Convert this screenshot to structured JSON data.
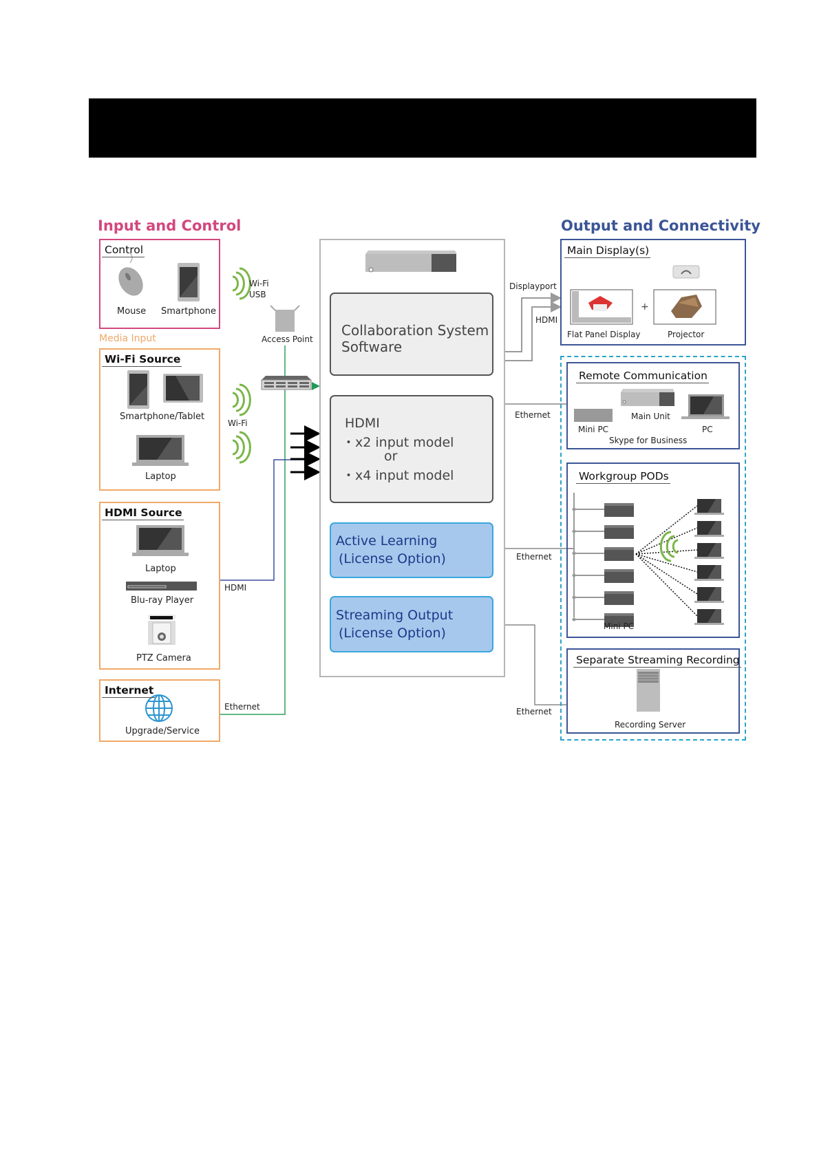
{
  "header": {
    "bar": "black-title-bar"
  },
  "input_and_control": {
    "title": "Input and Control",
    "title_color": "#d2477e",
    "control": {
      "title": "Control",
      "items": [
        {
          "label": "Mouse",
          "icon": "mouse-icon"
        },
        {
          "label": "Smartphone",
          "icon": "smartphone-icon"
        }
      ]
    },
    "control_link": {
      "line1": "Wi-Fi",
      "line2": "USB"
    },
    "access_point": {
      "label": "Access Point"
    },
    "media_input": {
      "title": "Media Input",
      "title_color": "#f0a868",
      "wifi_source": {
        "title": "Wi-Fi Source",
        "items": [
          {
            "label": "Smartphone/Tablet",
            "icon": "tablet-icon"
          },
          {
            "label": "Laptop",
            "icon": "laptop-icon"
          }
        ],
        "link_label": "Wi-Fi"
      },
      "hdmi_source": {
        "title": "HDMI Source",
        "items": [
          {
            "label": "Laptop",
            "icon": "laptop-icon"
          },
          {
            "label": "Blu-ray Player",
            "icon": "bluray-icon"
          },
          {
            "label": "PTZ Camera",
            "icon": "camera-icon"
          }
        ],
        "link_label": "HDMI"
      }
    },
    "internet": {
      "title": "Internet",
      "item": {
        "label": "Upgrade/Service",
        "icon": "globe-icon"
      },
      "link_label": "Ethernet"
    }
  },
  "system": {
    "software": {
      "line1": "Collaboration System",
      "line2": "Software"
    },
    "hdmi": {
      "title": "HDMI",
      "opt1": "・x2 input model",
      "or": "or",
      "opt2": "・x4 input model"
    },
    "active_learning": {
      "line1": "Active Learning",
      "line2": "(License Option)"
    },
    "streaming_output": {
      "line1": "Streaming Output",
      "line2": "(License Option)"
    }
  },
  "output_and_connectivity": {
    "title": "Output and Connectivity",
    "title_color": "#3b5596",
    "main_display": {
      "title": "Main Display(s)",
      "links": [
        "Displayport",
        "HDMI"
      ],
      "items": [
        {
          "label": "Flat Panel Display"
        },
        {
          "label": "Projector"
        }
      ],
      "plus": "+"
    },
    "remote_communication": {
      "title": "Remote Communication",
      "link_label": "Ethernet",
      "items": [
        {
          "label": "Mini PC"
        },
        {
          "label": "Main Unit"
        },
        {
          "label": "PC"
        }
      ],
      "caption": "Skype for Business"
    },
    "workgroup_pods": {
      "title": "Workgroup PODs",
      "link_label": "Ethernet",
      "mini_pc_label": "Mini PC",
      "mini_pc_count": 6,
      "laptop_count": 6
    },
    "streaming_recording": {
      "title": "Separate Streaming Recording",
      "link_label": "Ethernet",
      "item": {
        "label": "Recording Server"
      }
    }
  }
}
